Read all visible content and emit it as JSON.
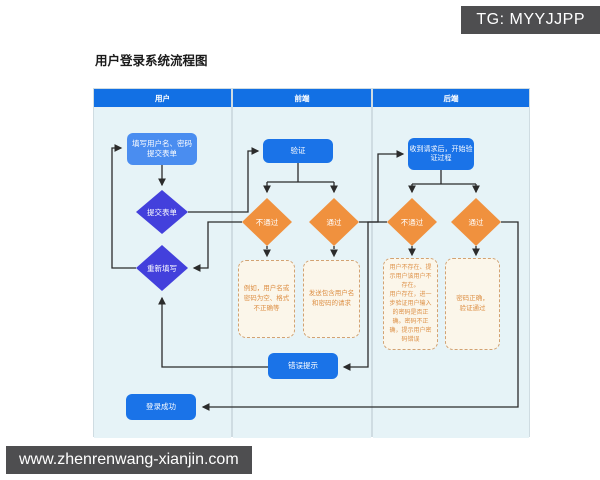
{
  "title": "用户登录系统流程图",
  "badge": {
    "text": "TG: MYYJJPP"
  },
  "watermark": {
    "text": "www.zhenrenwang-xianjin.com"
  },
  "lanes": [
    {
      "label": "用户"
    },
    {
      "label": "前端"
    },
    {
      "label": "后端"
    }
  ],
  "nodes": {
    "fill_form": "填写用户名、密码\n提交表单",
    "submit_form": "提交表单",
    "rewrite": "重新填写",
    "login_success": "登录成功",
    "verify": "验证",
    "fe_fail": "不通过",
    "fe_pass": "通过",
    "fe_note_fail": "例如，用户名或密码为空、格式不正确等",
    "fe_note_pass": "发送包含用户名和密码的请求",
    "error_prompt": "错误提示",
    "receive_request": "收到请求后，开始验证过程",
    "be_fail": "不通过",
    "be_pass": "通过",
    "be_note_fail": "用户不存在、提示用户该用户不存在。\n用户存在，进一步验证用户输入的密码是否正确。密码不正确，提示用户密码错误",
    "be_note_pass": "密码正确，\n验证通过"
  },
  "colors": {
    "lane_header": "#1270e4",
    "lane_body": "#e6f3f7",
    "process_blue": "#1a73e8",
    "process_soft_blue": "#4a8df0",
    "decision_indigo": "#4340dc",
    "decision_orange": "#f0913e",
    "note_border": "#d2a272",
    "note_text": "#dd8f44",
    "note_bg": "#fbf6ea",
    "connector": "#2b2b2b",
    "badge_bg": "#4e4e50"
  }
}
